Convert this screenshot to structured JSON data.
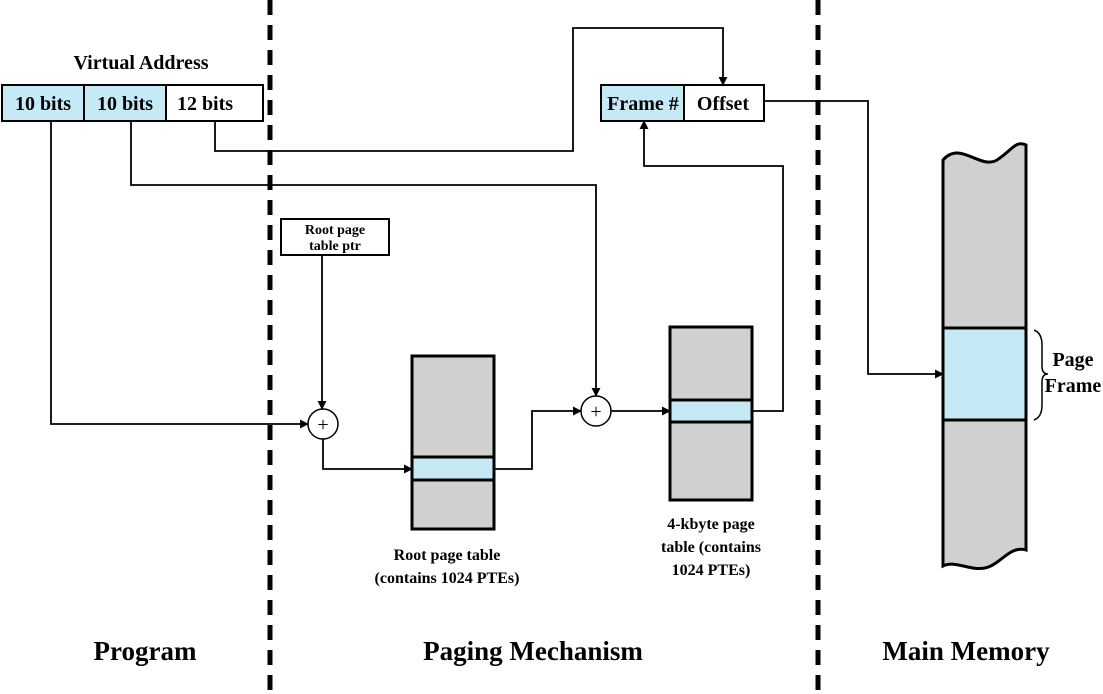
{
  "colors": {
    "highlight": "#c6e9f6",
    "table_fill": "#d0d0d0",
    "line": "#000000",
    "background": "#ffffff"
  },
  "virtual_address": {
    "title": "Virtual Address",
    "fields": [
      "10 bits",
      "10 bits",
      "12 bits"
    ]
  },
  "physical_address": {
    "fields": [
      "Frame #",
      "Offset"
    ]
  },
  "root_ptr": {
    "line1": "Root page",
    "line2": "table ptr"
  },
  "adder_symbol": "+",
  "root_table": {
    "line1": "Root page table",
    "line2": "(contains 1024 PTEs)"
  },
  "page_table": {
    "line1": "4-kbyte page",
    "line2": "table (contains",
    "line3": "1024 PTEs)"
  },
  "page_frame": {
    "line1": "Page",
    "line2": "Frame"
  },
  "sections": {
    "program": "Program",
    "paging": "Paging Mechanism",
    "memory": "Main Memory"
  }
}
